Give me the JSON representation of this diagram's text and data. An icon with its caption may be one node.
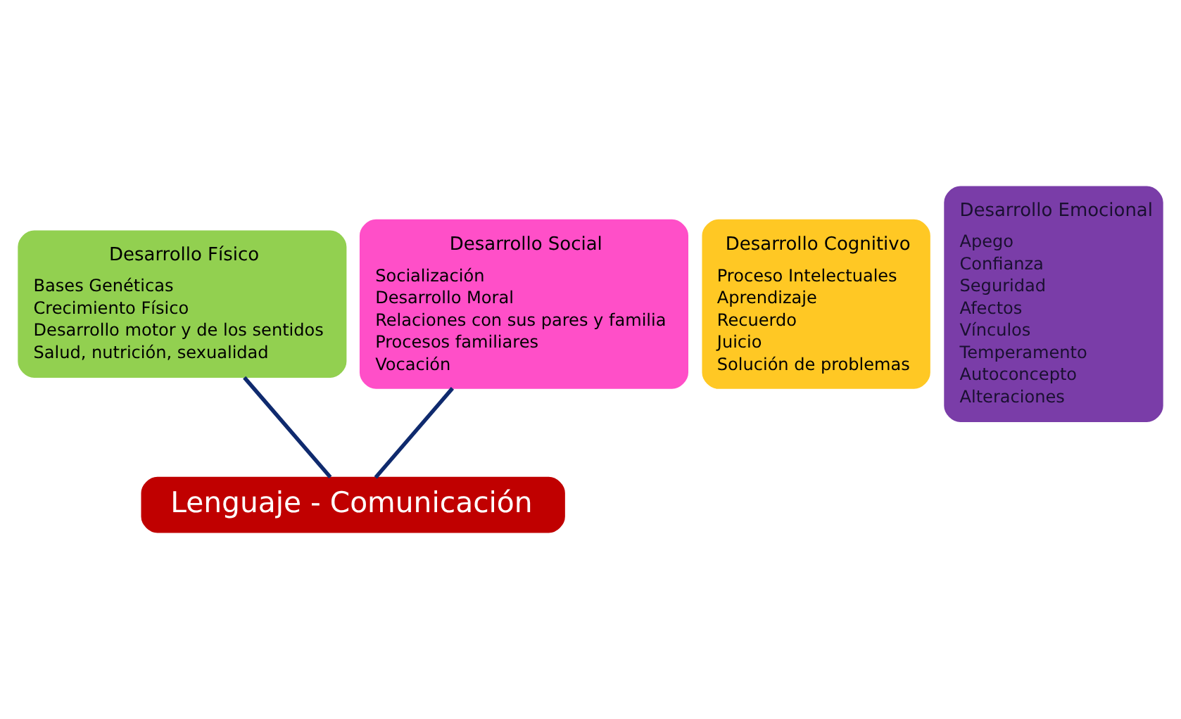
{
  "diagram": {
    "nodes": [
      {
        "text": [
          "Desarrollo Físico",
          "Bases Genéticas",
          "Crecimiento Físico",
          "Desarrollo motor y de los sentidos",
          "Salud, nutrición, sexualidad"
        ]
      },
      {
        "text": [
          "Desarrollo Cognitivo",
          "Proceso Intelectuales",
          "Aprendizaje",
          "Recuerdo",
          "Juicio",
          "Solución de problemas"
        ]
      },
      {
        "text": [
          "Desarrollo Emocional",
          "Apego",
          "Confianza",
          "Seguridad",
          "Afectos",
          "Vínculos",
          "Temperamento",
          "Autoconcepto",
          "Alteraciones"
        ]
      },
      {
        "text": [
          "Desarrollo Social",
          "Socialización",
          "Desarrollo Moral",
          "Relaciones con sus pares y familia",
          "Procesos familiares",
          "Vocación"
        ]
      },
      {
        "text": [
          "Lenguaje - Comunicación"
        ]
      }
    ],
    "edges": [
      {
        "from": 0,
        "to": 4,
        "arrow": "none"
      },
      {
        "from": 3,
        "to": 4,
        "arrow": "none"
      }
    ]
  }
}
